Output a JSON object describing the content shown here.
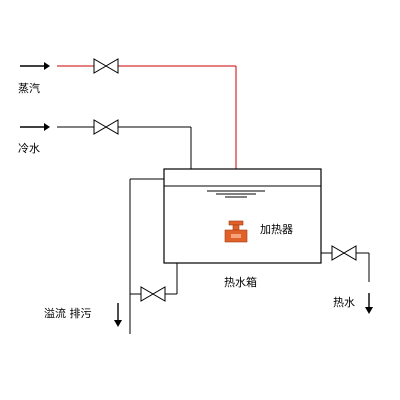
{
  "labels": {
    "steam": "蒸汽",
    "cold_water": "冷水",
    "heater": "加热器",
    "tank": "热水箱",
    "hot_water": "热水",
    "overflow_drain": "溢流 排污"
  },
  "colors": {
    "background": "#ffffff",
    "line": "#000000",
    "steam_line": "#cc0000",
    "heater_body": "#e0622a"
  },
  "icons": [
    "valve-icon",
    "arrow-right-icon",
    "arrow-down-icon",
    "heater-icon"
  ]
}
